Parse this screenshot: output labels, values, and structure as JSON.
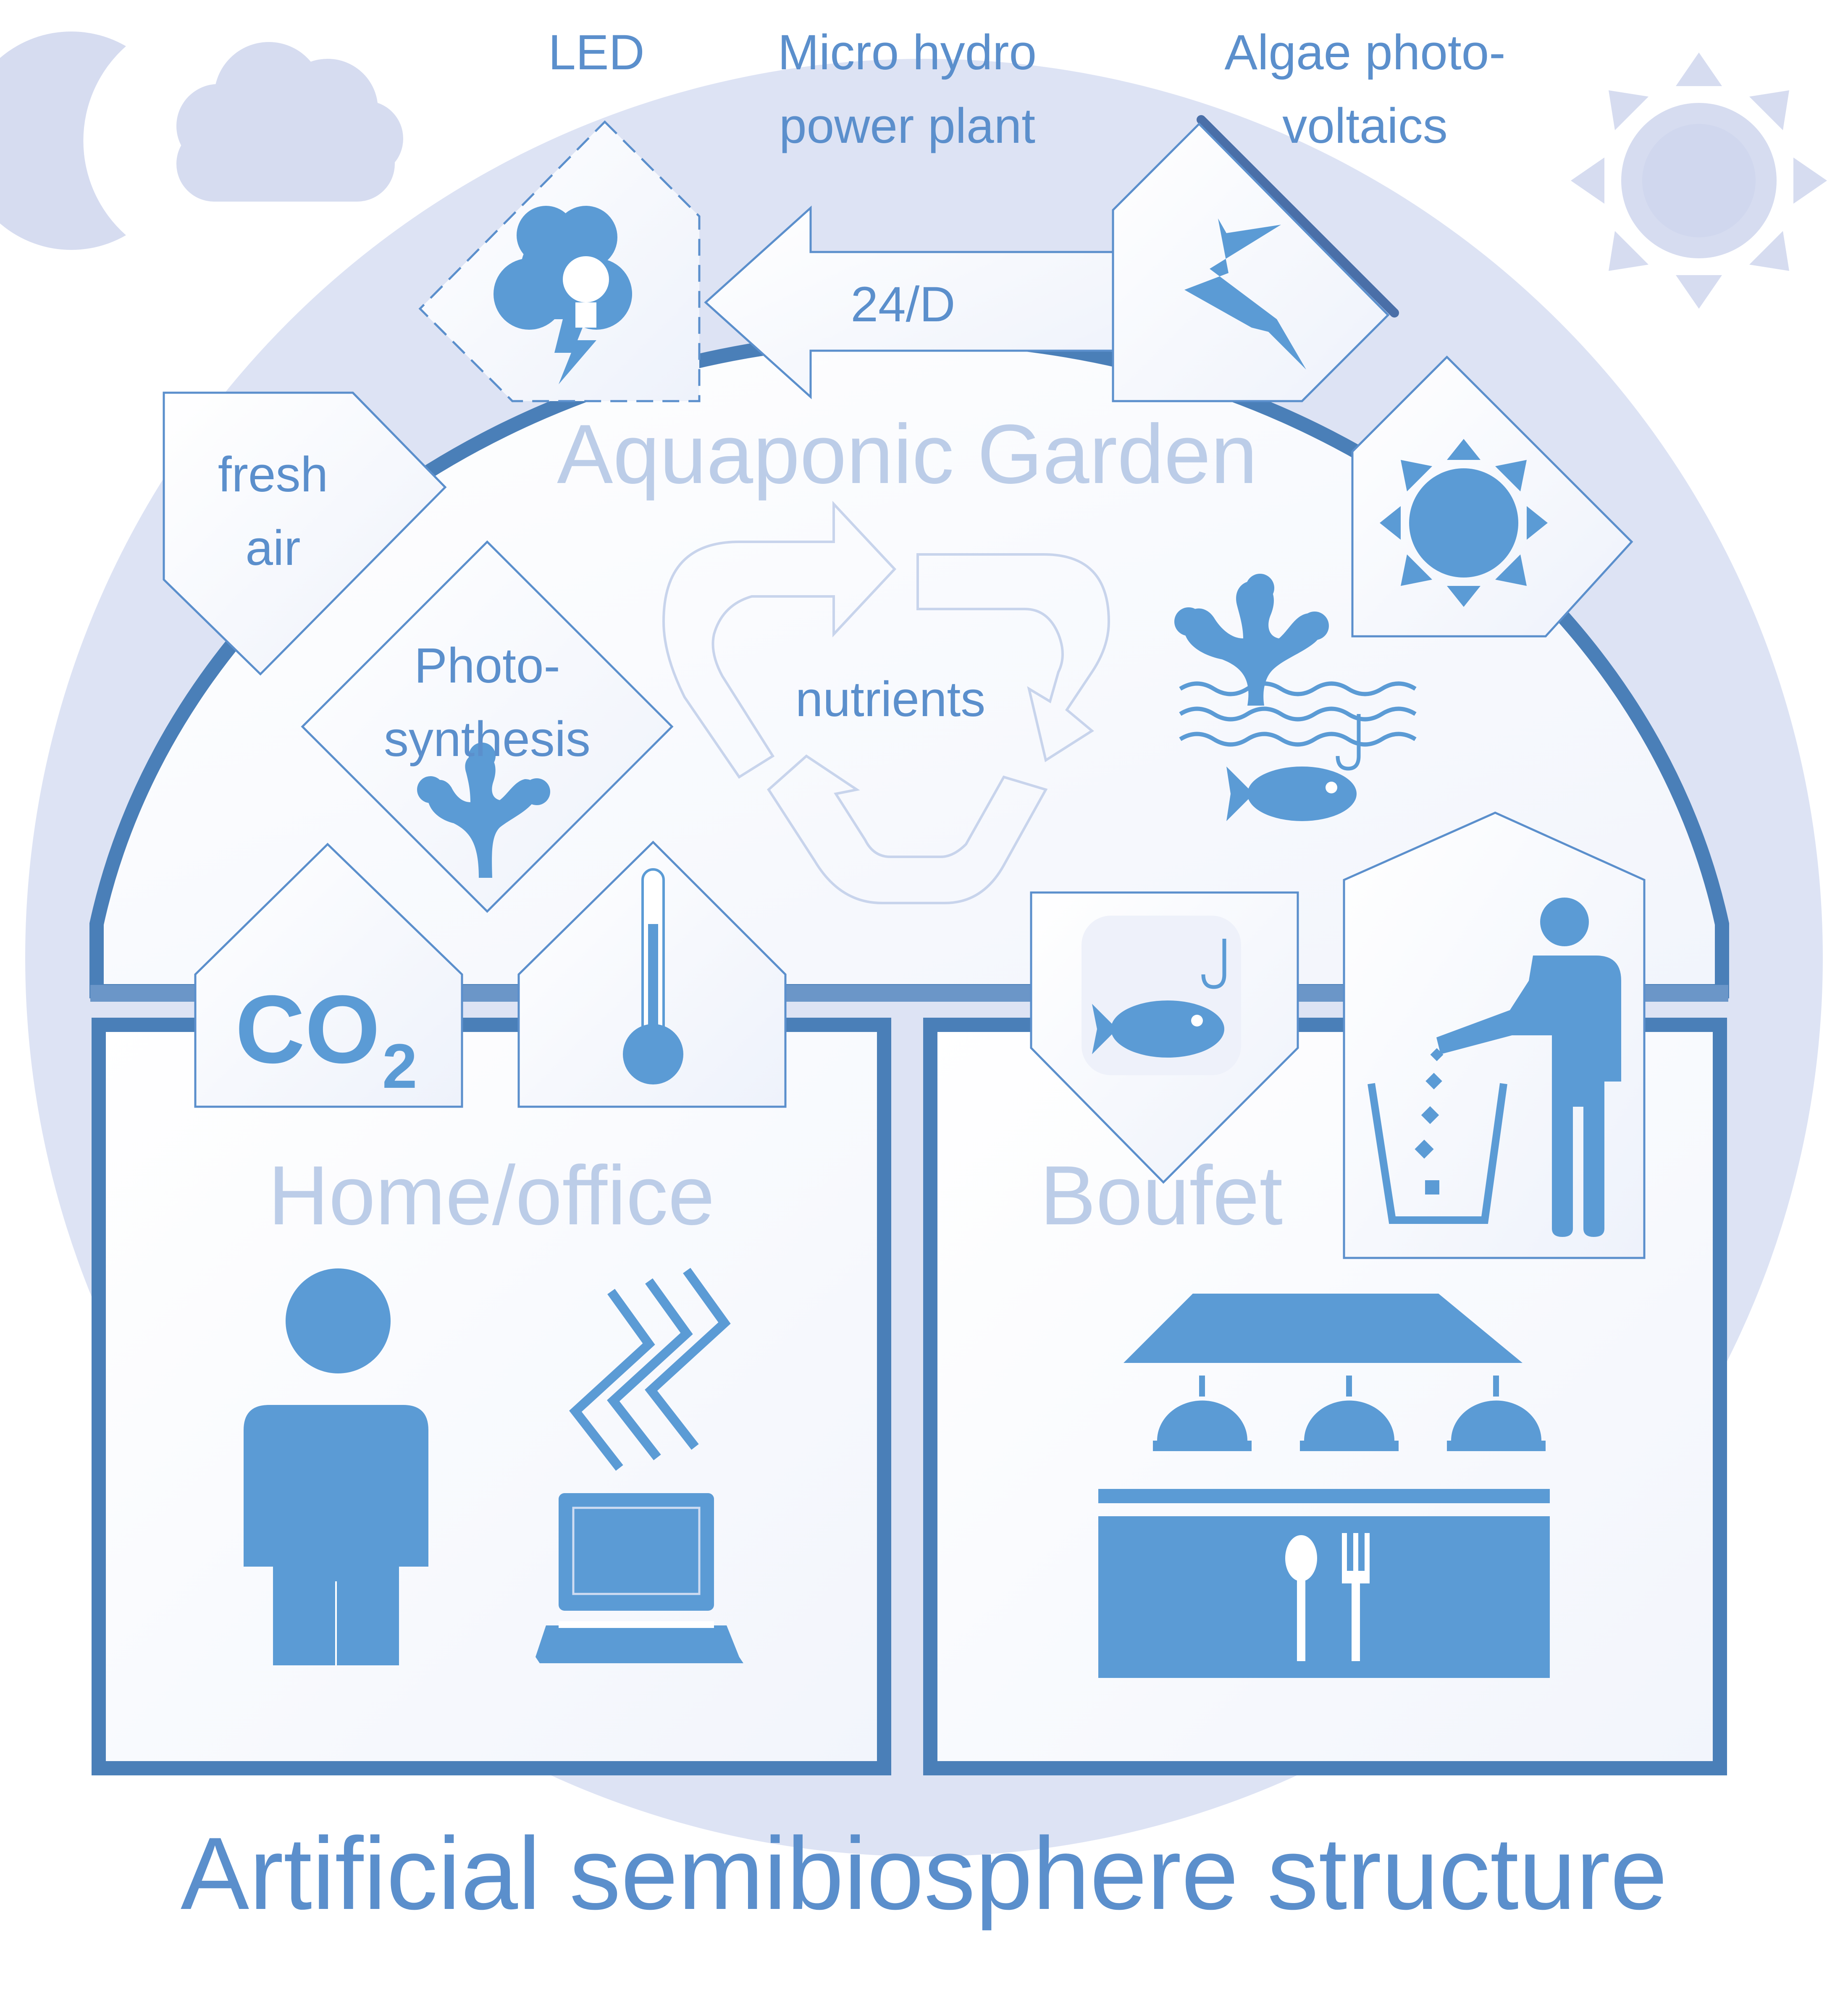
{
  "title": "Artificial semibiosphere structure",
  "zones": {
    "garden": "Aquaponic Garden",
    "home": "Home/office",
    "boufet": "Boufet"
  },
  "labels": {
    "led": "LED",
    "micro_hydro": [
      "Micro hydro",
      "power plant"
    ],
    "algae_pv": [
      "Algae photo-",
      "voltaics"
    ],
    "schedule": "24/D",
    "fresh_air": [
      "fresh",
      "air"
    ],
    "photosynthesis": [
      "Photo-",
      "synthesis"
    ],
    "nutrients": "nutrients",
    "co2_main": "CO",
    "co2_sub": "2"
  },
  "icons": [
    "moon-icon",
    "cloud-icon",
    "sun-icon",
    "led-lightbulb-icon",
    "lightning-icon",
    "sun-small-icon",
    "plant-icon",
    "water-waves-icon",
    "fish-icon",
    "fishing-hook-icon",
    "recycle-arrows-icon",
    "thermometer-icon",
    "person-icon",
    "laptop-icon",
    "heat-waves-icon",
    "fish-catch-icon",
    "person-trash-icon",
    "trash-bin-icon",
    "buffet-counter-icon",
    "cloche-icon",
    "spoon-icon",
    "fork-icon"
  ],
  "colors": {
    "primary": "#5b9bd5",
    "outline": "#4a7fb8",
    "backdrop": "#dde3f4",
    "zone_text": "#bccde8",
    "label_text": "#5b8fcc"
  }
}
